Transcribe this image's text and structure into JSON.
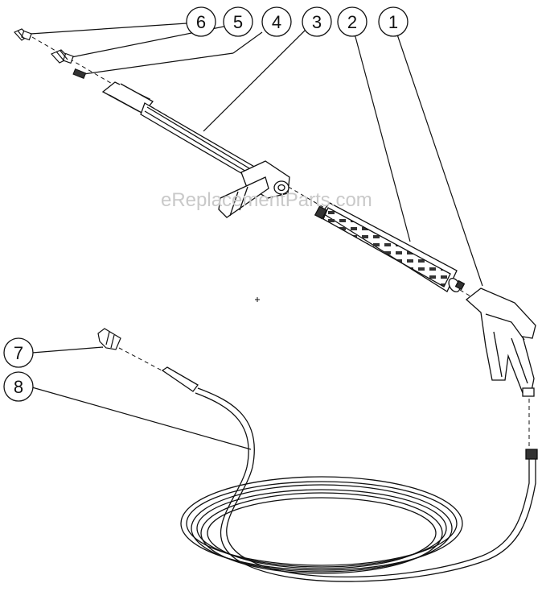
{
  "watermark": "eReplacementParts.com",
  "callouts": [
    {
      "id": "1",
      "label": "1"
    },
    {
      "id": "2",
      "label": "2"
    },
    {
      "id": "3",
      "label": "3"
    },
    {
      "id": "4",
      "label": "4"
    },
    {
      "id": "5",
      "label": "5"
    },
    {
      "id": "6",
      "label": "6"
    },
    {
      "id": "7",
      "label": "7"
    },
    {
      "id": "8",
      "label": "8"
    }
  ],
  "colors": {
    "line": "#111111",
    "fill": "#ffffff",
    "shade": "#555555",
    "watermark": "#c9c9c9"
  }
}
